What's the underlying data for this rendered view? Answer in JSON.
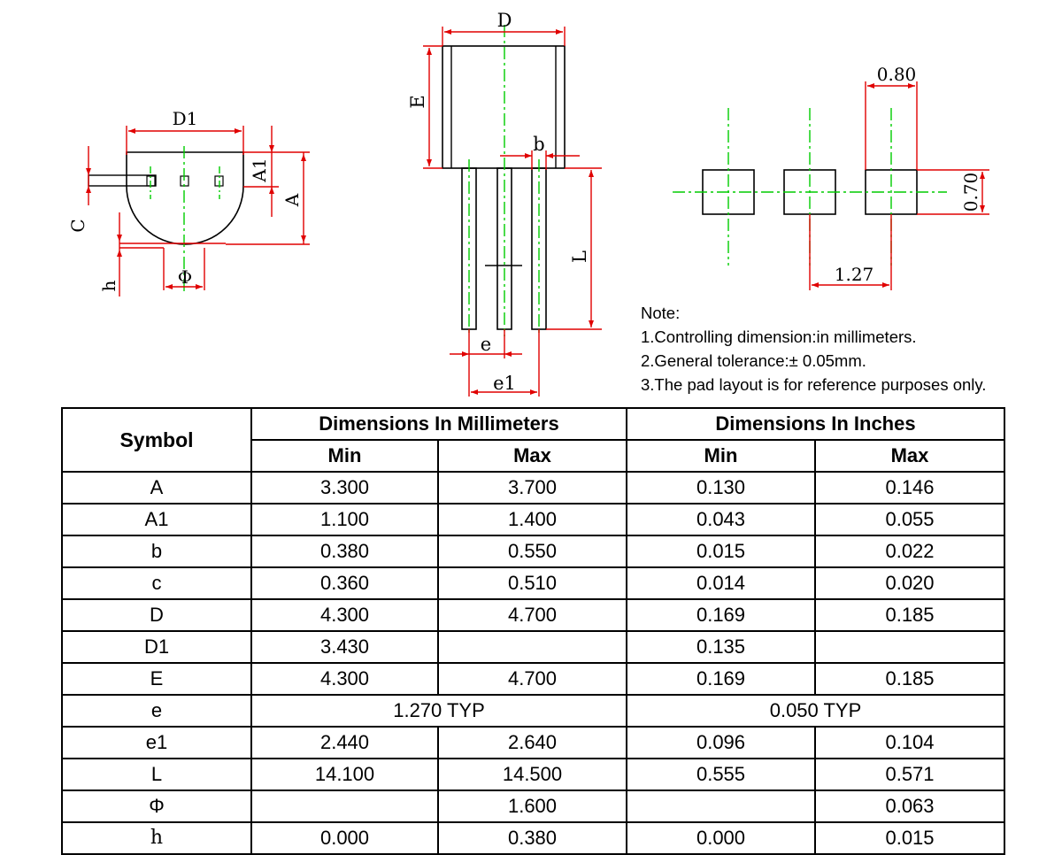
{
  "labels": {
    "D1": "D1",
    "A1": "A1",
    "A": "A",
    "C": "C",
    "h": "h",
    "phi": "Φ",
    "D": "D",
    "E": "E",
    "b": "b",
    "L": "L",
    "e": "e",
    "e1": "e1",
    "pad_width": "0.80",
    "pad_height": "0.70",
    "pad_pitch": "1.27"
  },
  "notes": [
    "Note:",
    "1.Controlling dimension:in millimeters.",
    "2.General tolerance:± 0.05mm.",
    "3.The pad layout is for reference purposes only."
  ],
  "table": {
    "symbol_header": "Symbol",
    "mm_header": "Dimensions In Millimeters",
    "in_header": "Dimensions In Inches",
    "min_label": "Min",
    "max_label": "Max",
    "rows": [
      {
        "symbol": "A",
        "mm_min": "3.300",
        "mm_max": "3.700",
        "in_min": "0.130",
        "in_max": "0.146"
      },
      {
        "symbol": "A1",
        "mm_min": "1.100",
        "mm_max": "1.400",
        "in_min": "0.043",
        "in_max": "0.055"
      },
      {
        "symbol": "b",
        "mm_min": "0.380",
        "mm_max": "0.550",
        "in_min": "0.015",
        "in_max": "0.022"
      },
      {
        "symbol": "c",
        "mm_min": "0.360",
        "mm_max": "0.510",
        "in_min": "0.014",
        "in_max": "0.020"
      },
      {
        "symbol": "D",
        "mm_min": "4.300",
        "mm_max": "4.700",
        "in_min": "0.169",
        "in_max": "0.185"
      },
      {
        "symbol": "D1",
        "mm_min": "3.430",
        "mm_max": "",
        "in_min": "0.135",
        "in_max": ""
      },
      {
        "symbol": "E",
        "mm_min": "4.300",
        "mm_max": "4.700",
        "in_min": "0.169",
        "in_max": "0.185"
      },
      {
        "symbol": "e",
        "mm_typ": "1.270 TYP",
        "in_typ": "0.050 TYP"
      },
      {
        "symbol": "e1",
        "mm_min": "2.440",
        "mm_max": "2.640",
        "in_min": "0.096",
        "in_max": "0.104"
      },
      {
        "symbol": "L",
        "mm_min": "14.100",
        "mm_max": "14.500",
        "in_min": "0.555",
        "in_max": "0.571"
      },
      {
        "symbol": "Φ",
        "mm_min": "",
        "mm_max": "1.600",
        "in_min": "",
        "in_max": "0.063"
      },
      {
        "symbol": "h",
        "mm_min": "0.000",
        "mm_max": "0.380",
        "in_min": "0.000",
        "in_max": "0.015"
      }
    ]
  },
  "colors": {
    "outline": "#000000",
    "dimension": "#e00000",
    "centerline": "#00cc00"
  }
}
